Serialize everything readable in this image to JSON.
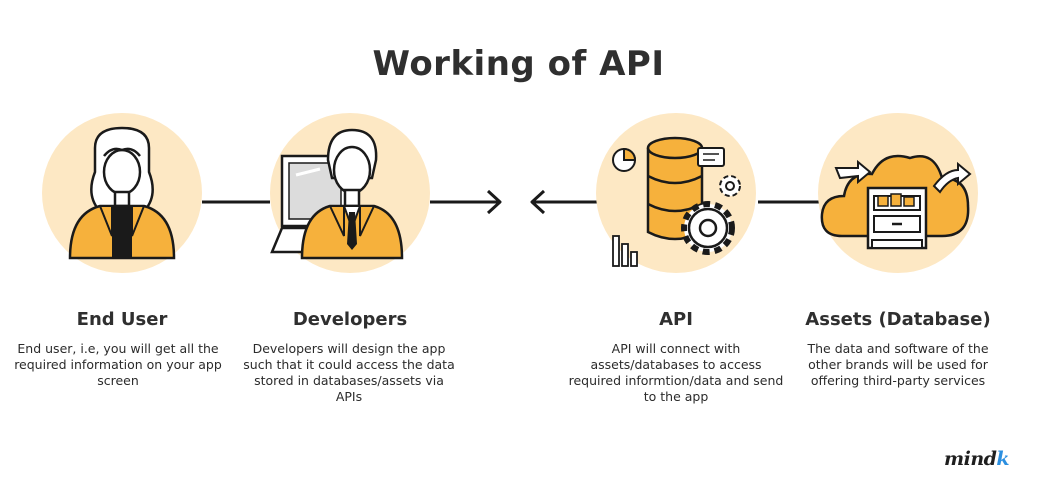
{
  "title": "Working of API",
  "nodes": [
    {
      "label": "End User",
      "description": "End user, i.e, you will get all the required information on your app screen",
      "icon": "end-user-icon"
    },
    {
      "label": "Developers",
      "description": "Developers will design the app such that it could access the data stored in databases/assets via APIs",
      "icon": "developer-icon"
    },
    {
      "label": "API",
      "description": "API will connect with assets/databases to access required informtion/data and send to the app",
      "icon": "api-database-icon"
    },
    {
      "label": "Assets (Database)",
      "description": "The data and software of the other brands will be used for offering third-party services",
      "icon": "cloud-file-cabinet-icon"
    }
  ],
  "logo": {
    "text_main": "mind",
    "text_accent": "k"
  },
  "colors": {
    "circle": "#fde8c4",
    "accent": "#f6b13c",
    "line": "#1a1a1a",
    "logo_accent": "#2b8fe0"
  }
}
